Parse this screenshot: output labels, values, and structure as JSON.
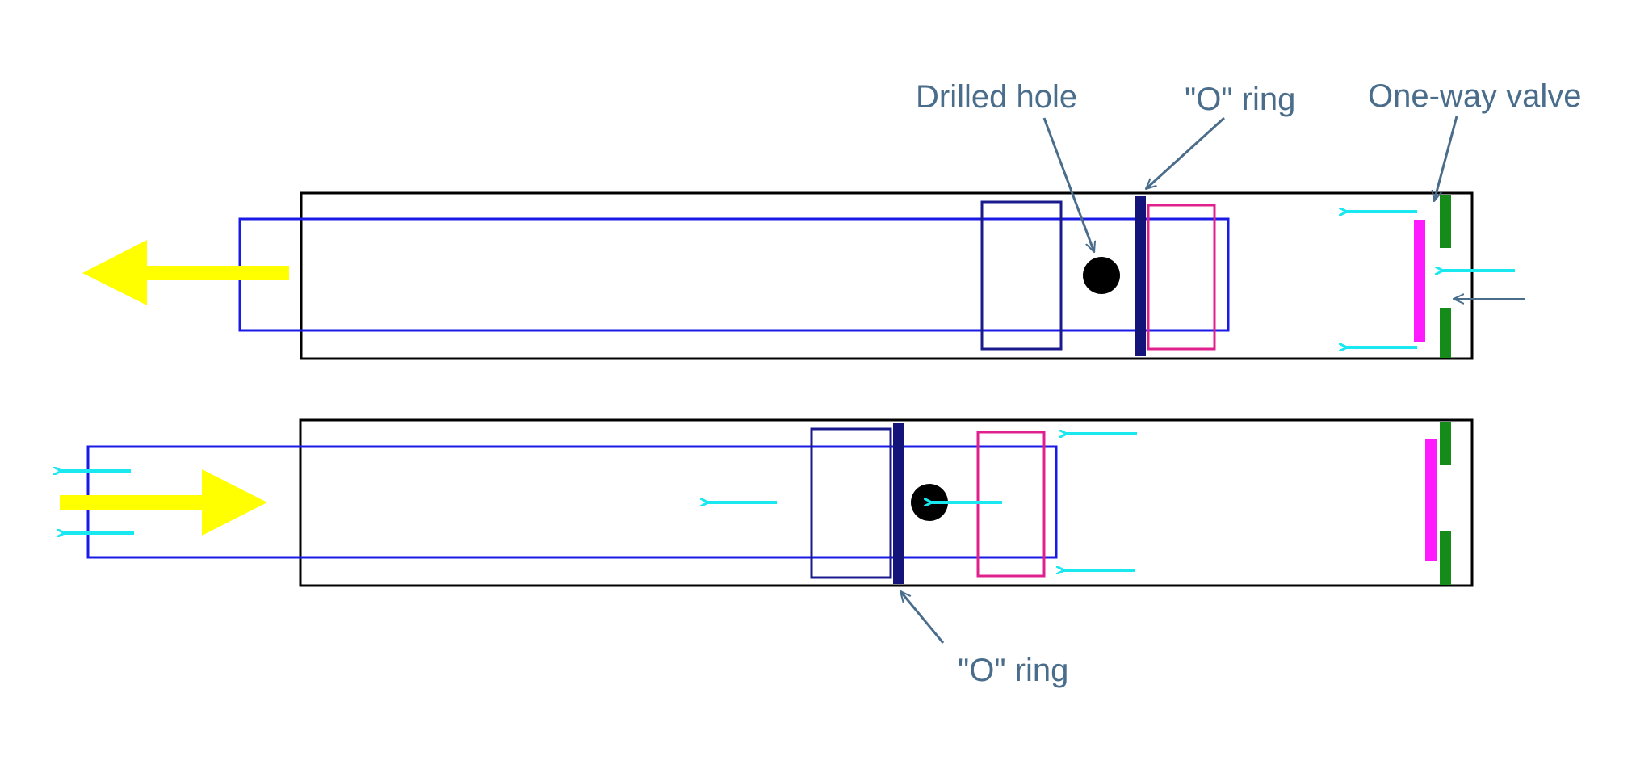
{
  "labels": {
    "drilled_hole": "Drilled hole",
    "o_ring_top": "\"O\" ring",
    "one_way_valve": "One-way valve",
    "o_ring_bottom": "\"O\" ring"
  },
  "colors": {
    "cylinder": "#000000",
    "plunger": "#1a1ae6",
    "piston_block": "#1a1a8c",
    "o_ring": "#13137a",
    "seal_block": "#e0208c",
    "valve_seat": "#158c1a",
    "valve_flap": "#ff1aff",
    "air_flow": "#1ae8f0",
    "motion_arrow": "#ffff00",
    "callout": "#4a6d8c"
  }
}
